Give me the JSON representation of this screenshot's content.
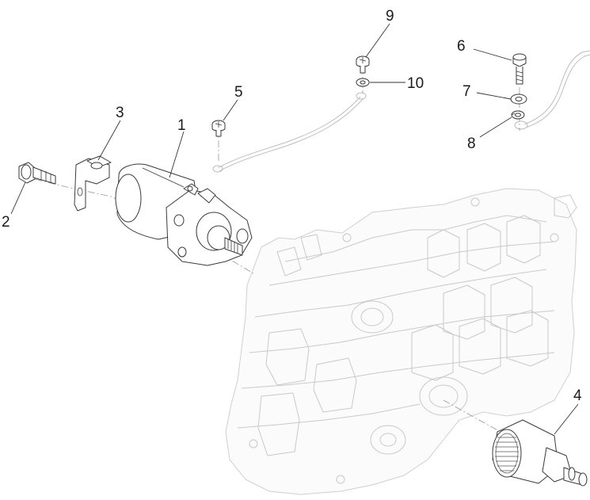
{
  "callouts": [
    {
      "id": "1",
      "label": "1",
      "part": "starter-motor"
    },
    {
      "id": "2",
      "label": "2",
      "part": "flange-bolt"
    },
    {
      "id": "3",
      "label": "3",
      "part": "mounting-bracket"
    },
    {
      "id": "4",
      "label": "4",
      "part": "starter-clutch-gear"
    },
    {
      "id": "5",
      "label": "5",
      "part": "ground-screw"
    },
    {
      "id": "6",
      "label": "6",
      "part": "terminal-bolt"
    },
    {
      "id": "7",
      "label": "7",
      "part": "flat-washer"
    },
    {
      "id": "8",
      "label": "8",
      "part": "lock-washer"
    },
    {
      "id": "9",
      "label": "9",
      "part": "cable-screw"
    },
    {
      "id": "10",
      "label": "10",
      "part": "cable-washer"
    }
  ]
}
